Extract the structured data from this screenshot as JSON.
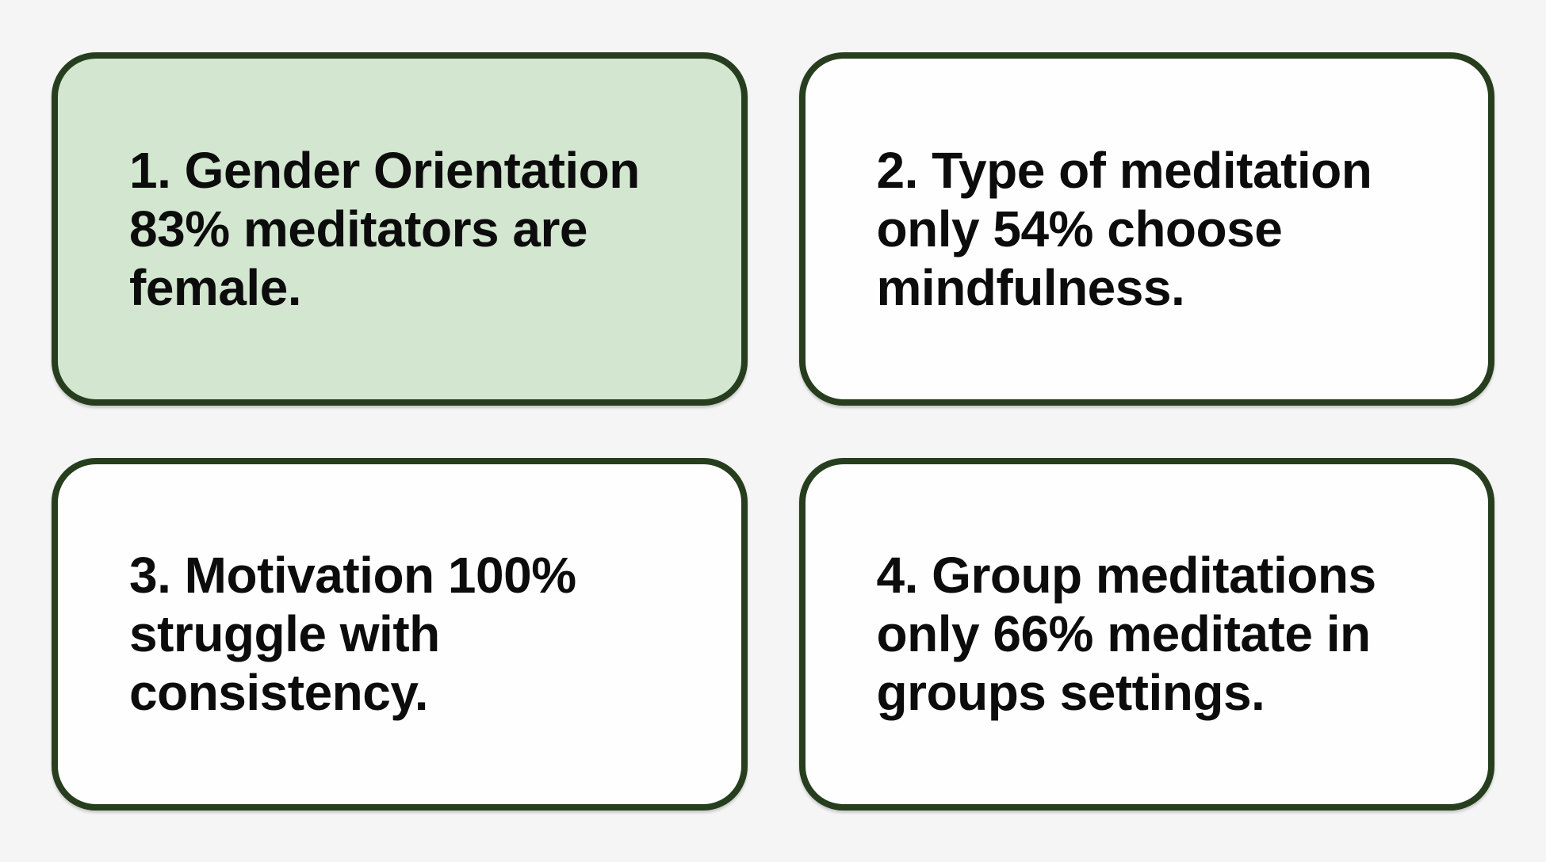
{
  "theme": {
    "background": "#f5f5f5",
    "card_fill": "#fefefe",
    "card_fill_highlight": "#d3e6d0",
    "card_border": "#263e1e",
    "text_color": "#0c0c0c"
  },
  "cards": [
    {
      "id": 1,
      "highlight": true,
      "stat_value": "83%",
      "lines": [
        "1. Gender Orientation",
        "83% meditators are",
        "female."
      ],
      "full_text": "1. Gender Orientation 83% meditators are female."
    },
    {
      "id": 2,
      "highlight": false,
      "stat_value": "54%",
      "lines": [
        "2. Type of meditation",
        "only 54% choose",
        "mindfulness."
      ],
      "full_text": "2. Type of meditation only 54% choose mindfulness."
    },
    {
      "id": 3,
      "highlight": false,
      "stat_value": "100%",
      "lines": [
        "3. Motivation 100%",
        "struggle with",
        "consistency."
      ],
      "full_text": "3. Motivation 100% struggle with consistency."
    },
    {
      "id": 4,
      "highlight": false,
      "stat_value": "66%",
      "lines": [
        "4. Group meditations",
        "only 66% meditate in",
        "groups settings."
      ],
      "full_text": "4. Group meditations only 66% meditate in groups settings."
    }
  ]
}
